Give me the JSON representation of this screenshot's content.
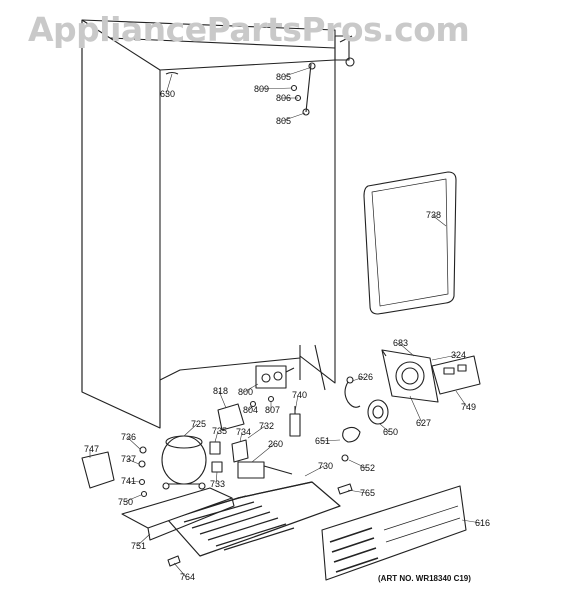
{
  "watermark": "AppliancePartsPros.com",
  "art_number": "(ART NO. WR18340 C19)",
  "parts": [
    {
      "id": "p630",
      "label": "630"
    },
    {
      "id": "p805a",
      "label": "805"
    },
    {
      "id": "p809",
      "label": "809"
    },
    {
      "id": "p806",
      "label": "806"
    },
    {
      "id": "p805b",
      "label": "805"
    },
    {
      "id": "p738",
      "label": "738"
    },
    {
      "id": "p683",
      "label": "683"
    },
    {
      "id": "p324",
      "label": "324"
    },
    {
      "id": "p626",
      "label": "626"
    },
    {
      "id": "p749",
      "label": "749"
    },
    {
      "id": "p627",
      "label": "627"
    },
    {
      "id": "p650",
      "label": "650"
    },
    {
      "id": "p651",
      "label": "651"
    },
    {
      "id": "p652",
      "label": "652"
    },
    {
      "id": "p740",
      "label": "740"
    },
    {
      "id": "p818",
      "label": "818"
    },
    {
      "id": "p800",
      "label": "800"
    },
    {
      "id": "p804",
      "label": "804"
    },
    {
      "id": "p807",
      "label": "807"
    },
    {
      "id": "p725",
      "label": "725"
    },
    {
      "id": "p735",
      "label": "735"
    },
    {
      "id": "p734",
      "label": "734"
    },
    {
      "id": "p732",
      "label": "732"
    },
    {
      "id": "p260",
      "label": "260"
    },
    {
      "id": "p733",
      "label": "733"
    },
    {
      "id": "p730",
      "label": "730"
    },
    {
      "id": "p765",
      "label": "765"
    },
    {
      "id": "p736",
      "label": "736"
    },
    {
      "id": "p747",
      "label": "747"
    },
    {
      "id": "p737",
      "label": "737"
    },
    {
      "id": "p741",
      "label": "741"
    },
    {
      "id": "p750",
      "label": "750"
    },
    {
      "id": "p751",
      "label": "751"
    },
    {
      "id": "p616",
      "label": "616"
    },
    {
      "id": "p764",
      "label": "764"
    }
  ]
}
